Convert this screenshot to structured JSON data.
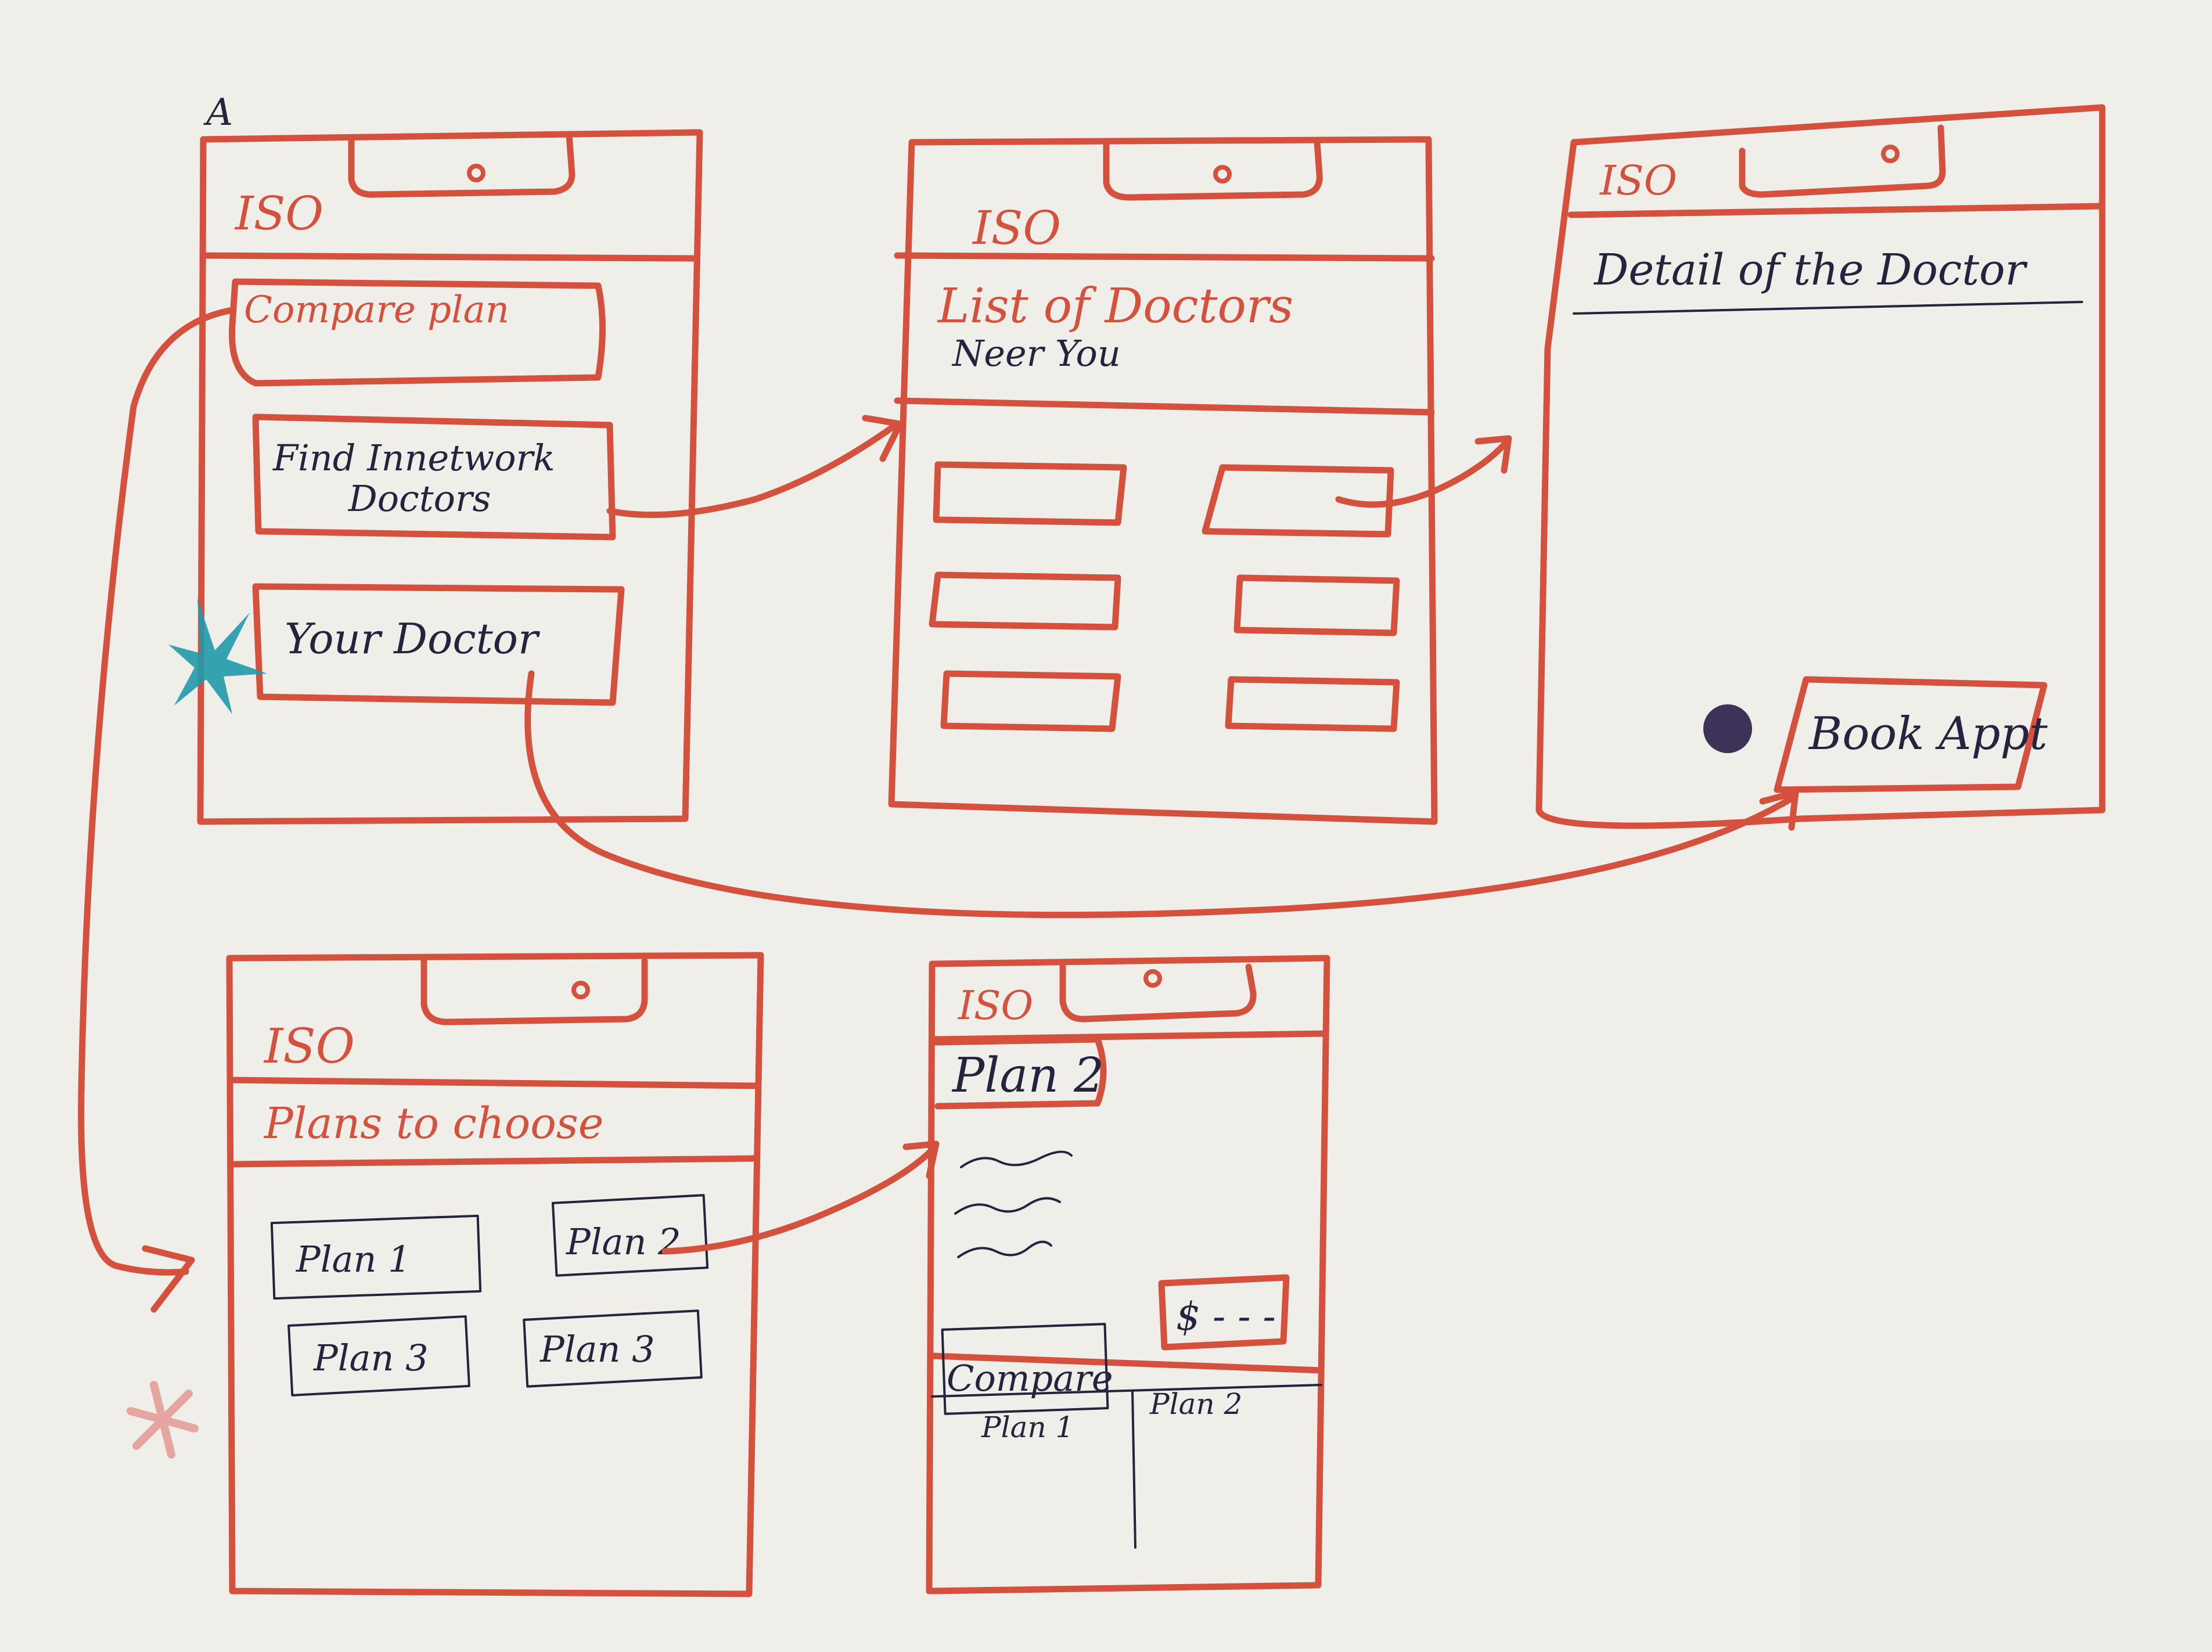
{
  "colors": {
    "paper": "#f0eee8",
    "crayon": "#d4513e",
    "ink": "#26233f",
    "teal": "#1f9aa8",
    "purple": "#3d3358",
    "pink": "#e39a92"
  },
  "corner_mark": "A",
  "screen_home": {
    "logo": "ISO",
    "compare_plan_label": "Compare plan",
    "find_doctors_label_line1": "Find Innetwork",
    "find_doctors_label_line2": "Doctors",
    "your_doctor_label": "Your Doctor"
  },
  "screen_doctors": {
    "logo": "ISO",
    "title_line1": "List of Doctors",
    "title_line2": "Neer You",
    "doctor_slot_count": 6
  },
  "screen_detail": {
    "logo": "ISO",
    "title": "Detail of the Doctor",
    "book_label": "Book Appt"
  },
  "screen_plans": {
    "logo": "ISO",
    "title": "Plans to choose",
    "plans": [
      "Plan 1",
      "Plan 2",
      "Plan 3",
      "Plan 3"
    ]
  },
  "screen_plan2": {
    "logo": "ISO",
    "title": "Plan 2",
    "price": "$ - - -",
    "compare_label": "Compare",
    "compare_col1": "Plan 1",
    "compare_col2": "Plan 2"
  },
  "icons": [
    "camera-notch-icon",
    "flow-arrow-icon",
    "teal-star-icon",
    "purple-dot-icon",
    "pink-star-icon"
  ]
}
